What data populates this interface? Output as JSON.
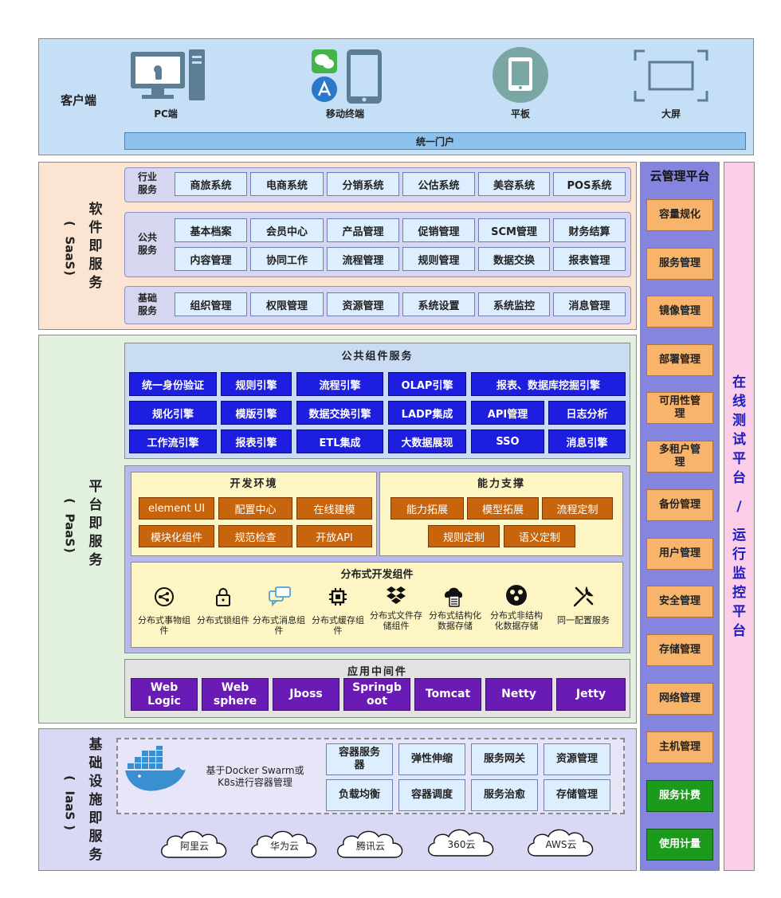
{
  "client": {
    "label": "客户端",
    "devices": [
      "PC端",
      "移动终端",
      "平板",
      "大屏"
    ],
    "portal": "统一门户"
  },
  "saas": {
    "label_lines": [
      "软",
      "件",
      "即",
      "服",
      "务"
    ],
    "paren_lines": [
      "(",
      "SaaS",
      ")"
    ],
    "industry": {
      "label": [
        "行业",
        "服务"
      ],
      "items": [
        "商旅系统",
        "电商系统",
        "分销系统",
        "公估系统",
        "美容系统",
        "POS系统"
      ]
    },
    "public": {
      "label": [
        "公共",
        "服务"
      ],
      "items": [
        "基本档案",
        "会员中心",
        "产品管理",
        "促销管理",
        "SCM管理",
        "财务结算",
        "内容管理",
        "协同工作",
        "流程管理",
        "规则管理",
        "数据交换",
        "报表管理"
      ]
    },
    "basic": {
      "label": [
        "基础",
        "服务"
      ],
      "items": [
        "组织管理",
        "权限管理",
        "资源管理",
        "系统设置",
        "系统监控",
        "消息管理"
      ]
    }
  },
  "paas": {
    "label_lines": [
      "平",
      "台",
      "即",
      "服",
      "务"
    ],
    "paren_lines": [
      "(",
      "PaaS",
      ")"
    ],
    "common": {
      "title": "公共组件服务",
      "items": [
        "统一身份验证",
        "规则引擎",
        "流程引擎",
        "OLAP引擎",
        "报表、数据库挖掘引擎",
        "规化引擎",
        "模版引擎",
        "数据交换引擎",
        "LADP集成",
        "API管理",
        "日志分析",
        "工作流引擎",
        "报表引擎",
        "ETL集成",
        "大数据展现",
        "SSO",
        "消息引擎"
      ]
    },
    "devenv": {
      "title": "开发环境",
      "items": [
        "element UI",
        "配置中心",
        "在线建模",
        "模块化组件",
        "规范检查",
        "开放API"
      ]
    },
    "capability": {
      "title": "能力支撑",
      "items": [
        "能力拓展",
        "模型拓展",
        "流程定制",
        "规则定制",
        "语义定制"
      ]
    },
    "distributed": {
      "title": "分布式开发组件",
      "items": [
        {
          "label": "分布式事物组件",
          "icon": "share-circle-icon"
        },
        {
          "label": "分布式锁组件",
          "icon": "lock-icon"
        },
        {
          "label": "分布式消息组件",
          "icon": "chat-bubbles-icon"
        },
        {
          "label": "分布式缓存组件",
          "icon": "chip-icon"
        },
        {
          "label": "分布式文件存储组件",
          "icon": "dropbox-icon"
        },
        {
          "label": "分布式结构化数据存储",
          "icon": "cloud-database-icon"
        },
        {
          "label": "分布式非结构化数据存储",
          "icon": "cluster-icon"
        },
        {
          "label": "同一配置服务",
          "icon": "tools-icon"
        }
      ]
    },
    "middleware": {
      "title": "应用中间件",
      "items": [
        [
          "Web",
          "Logic"
        ],
        [
          "Web",
          "sphere"
        ],
        [
          "Jboss"
        ],
        [
          "Springb",
          "oot"
        ],
        [
          "Tomcat"
        ],
        [
          "Netty"
        ],
        [
          "Jetty"
        ]
      ]
    }
  },
  "iaas": {
    "label_lines": [
      "基",
      "础",
      "设",
      "施",
      "即",
      "服",
      "务"
    ],
    "paren_lines": [
      "(",
      "IaaS",
      ")"
    ],
    "docker_text": [
      "基于Docker Swarm或",
      "K8s进行容器管理"
    ],
    "items": [
      [
        "容器服务",
        "器"
      ],
      [
        "弹性伸缩"
      ],
      [
        "服务网关"
      ],
      [
        "资源管理"
      ],
      [
        "负载均衡"
      ],
      [
        "容器调度"
      ],
      [
        "服务治愈"
      ],
      [
        "存储管理"
      ]
    ],
    "clouds": [
      "阿里云",
      "华为云",
      "腾讯云",
      "360云",
      "AWS云"
    ]
  },
  "cloud_mgmt": {
    "title": "云管理平台",
    "items": [
      [
        "容量规化"
      ],
      [
        "服务管理"
      ],
      [
        "镜像管理"
      ],
      [
        "部署管理"
      ],
      [
        "可用性管",
        "理"
      ],
      [
        "多租户管",
        "理"
      ],
      [
        "备份管理"
      ],
      [
        "用户管理"
      ],
      [
        "安全管理"
      ],
      [
        "存储管理"
      ],
      [
        "网络管理"
      ],
      [
        "主机管理"
      ],
      [
        "服务计费"
      ],
      [
        "使用计量"
      ]
    ]
  },
  "online": {
    "top_lines": [
      "在",
      "线",
      "测",
      "试",
      "平",
      "台"
    ],
    "sep": "/",
    "bottom_lines": [
      "运",
      "行",
      "监",
      "控",
      "平",
      "台"
    ]
  },
  "colors": {
    "client_bg": "#c5dff7",
    "saas_bg": "#fbe5d2",
    "paas_bg": "#e2f1de",
    "iaas_bg": "#d9d8f5",
    "blue_component": "#1e1ee0",
    "orange_component": "#c8650c",
    "purple_middleware": "#6a1ab5",
    "mgmt_bg": "#8585df",
    "mgmt_item": "#f7b46a",
    "mgmt_green": "#1c9a1c",
    "online_bg": "#fbcde6"
  }
}
